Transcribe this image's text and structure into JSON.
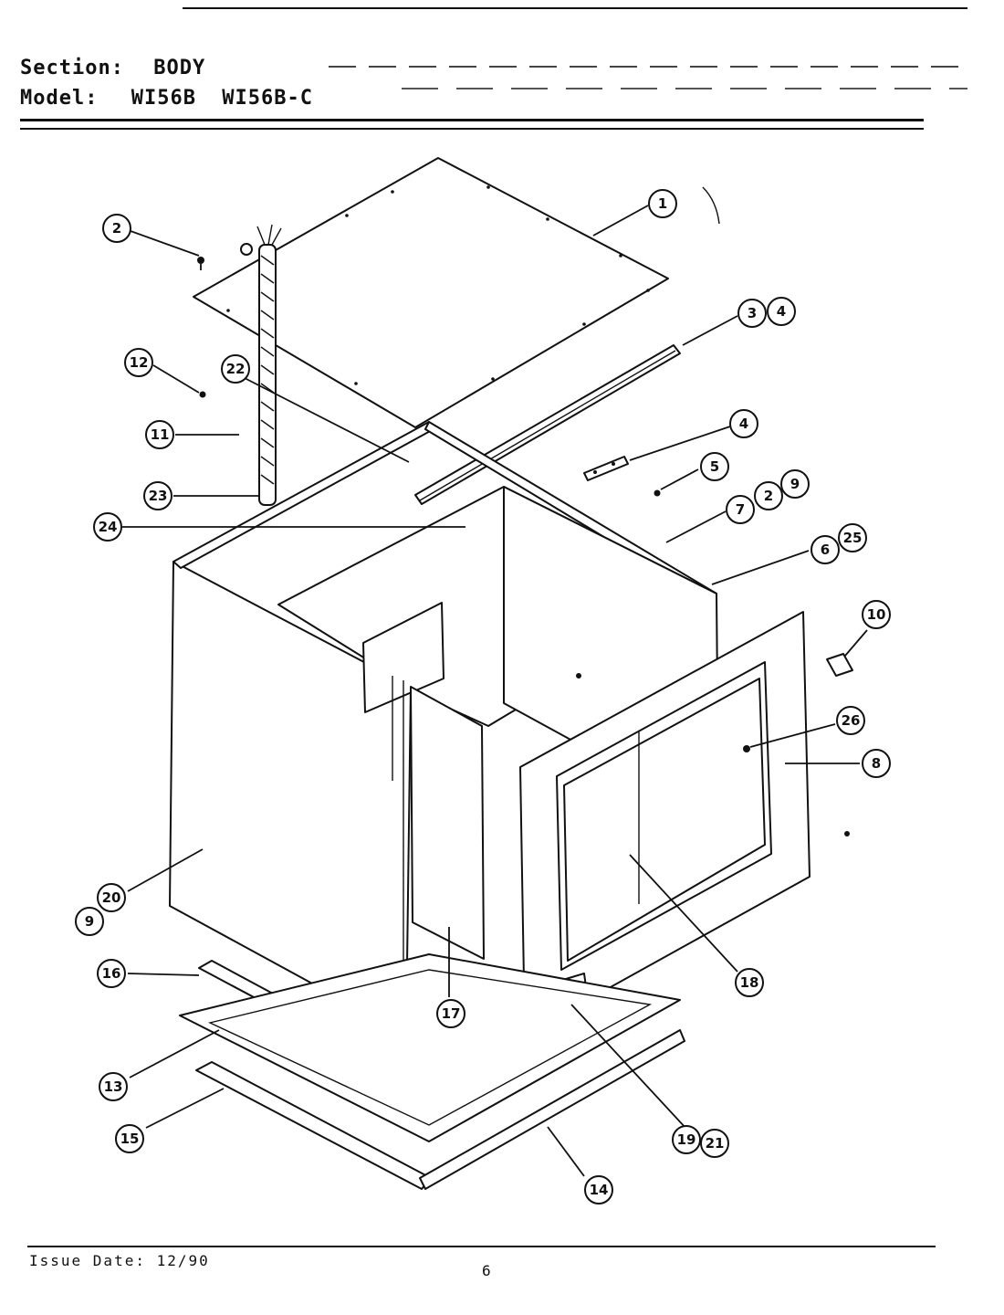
{
  "header": {
    "section_label": "Section:",
    "section_value": "BODY",
    "model_label": "Model:",
    "model_values": [
      "WI56B",
      "WI56B-C"
    ]
  },
  "callouts": [
    {
      "id": "c1",
      "labels": [
        "1"
      ]
    },
    {
      "id": "c2",
      "labels": [
        "2"
      ]
    },
    {
      "id": "c34",
      "labels": [
        "3",
        "4"
      ]
    },
    {
      "id": "c12",
      "labels": [
        "12"
      ]
    },
    {
      "id": "c22",
      "labels": [
        "22"
      ]
    },
    {
      "id": "c4",
      "labels": [
        "4"
      ]
    },
    {
      "id": "c11",
      "labels": [
        "11"
      ]
    },
    {
      "id": "c5",
      "labels": [
        "5"
      ]
    },
    {
      "id": "c729",
      "labels": [
        "7",
        "2",
        "9"
      ]
    },
    {
      "id": "c23",
      "labels": [
        "23"
      ]
    },
    {
      "id": "c24",
      "labels": [
        "24"
      ]
    },
    {
      "id": "c625",
      "labels": [
        "6",
        "25"
      ]
    },
    {
      "id": "c10",
      "labels": [
        "10"
      ]
    },
    {
      "id": "c26",
      "labels": [
        "26"
      ]
    },
    {
      "id": "c8",
      "labels": [
        "8"
      ]
    },
    {
      "id": "c209",
      "labels": [
        "20",
        "9"
      ]
    },
    {
      "id": "c16",
      "labels": [
        "16"
      ]
    },
    {
      "id": "c18",
      "labels": [
        "18"
      ]
    },
    {
      "id": "c17",
      "labels": [
        "17"
      ]
    },
    {
      "id": "c13",
      "labels": [
        "13"
      ]
    },
    {
      "id": "c1921",
      "labels": [
        "19",
        "21"
      ]
    },
    {
      "id": "c15",
      "labels": [
        "15"
      ]
    },
    {
      "id": "c14",
      "labels": [
        "14"
      ]
    }
  ],
  "footer": {
    "issue_date": "Issue Date: 12/90",
    "page_number": "6"
  }
}
